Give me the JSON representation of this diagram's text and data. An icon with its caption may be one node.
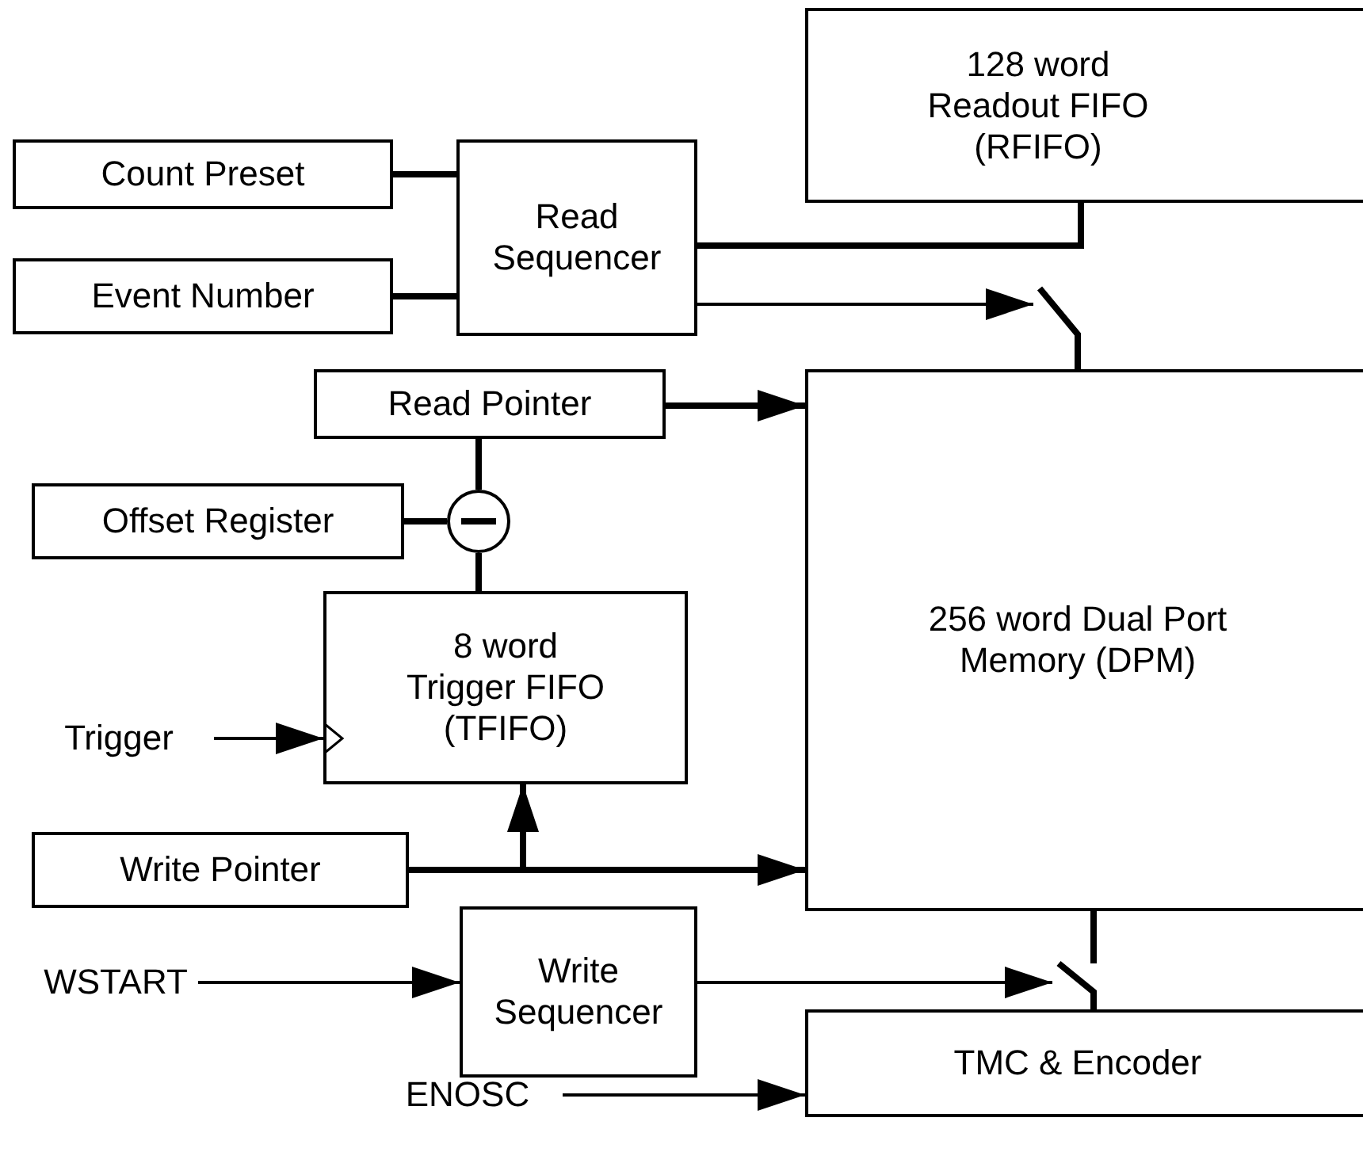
{
  "diagram": {
    "nodes": [
      {
        "text": [
          "128 word Readout FIFO (RFIFO)"
        ]
      },
      {
        "text": [
          "Count Preset"
        ]
      },
      {
        "text": [
          "Read Sequencer"
        ]
      },
      {
        "text": [
          "Event Number"
        ]
      },
      {
        "text": [
          "Read Pointer"
        ]
      },
      {
        "text": [
          "256 word Dual Port Memory (DPM)"
        ]
      },
      {
        "text": [
          "Offset Register"
        ]
      },
      {
        "text": [],
        "shape": "circle"
      },
      {
        "text": [
          "8 word Trigger FIFO (TFIFO)"
        ]
      },
      {
        "text": [
          "Trigger"
        ]
      },
      {
        "text": [
          "Write Pointer"
        ]
      },
      {
        "text": [
          "WSTART"
        ]
      },
      {
        "text": [
          "Write Sequencer"
        ]
      },
      {
        "text": [
          "TMC & Encoder"
        ]
      },
      {
        "text": [
          "ENOSC"
        ]
      },
      {
        "text": [],
        "shape": "switch"
      },
      {
        "text": [],
        "shape": "switch"
      }
    ],
    "edges": [
      {
        "from": 1,
        "to": 2,
        "arrow": "none"
      },
      {
        "from": 3,
        "to": 2,
        "arrow": "none"
      },
      {
        "from": 2,
        "to": 0,
        "arrow": "none"
      },
      {
        "from": 2,
        "to": 15,
        "arrow": "to"
      },
      {
        "from": 15,
        "to": 5,
        "arrow": "none"
      },
      {
        "from": 4,
        "to": 5,
        "arrow": "to"
      },
      {
        "from": 4,
        "to": 7,
        "arrow": "none"
      },
      {
        "from": 6,
        "to": 7,
        "arrow": "none"
      },
      {
        "from": 7,
        "to": 8,
        "arrow": "none"
      },
      {
        "from": 9,
        "to": 8,
        "arrow": "to"
      },
      {
        "from": 10,
        "to": 5,
        "arrow": "to"
      },
      {
        "from": 10,
        "to": 8,
        "arrow": "to"
      },
      {
        "from": 5,
        "to": 16,
        "arrow": "none"
      },
      {
        "from": 16,
        "to": 13,
        "arrow": "none"
      },
      {
        "from": 11,
        "to": 12,
        "arrow": "to"
      },
      {
        "from": 12,
        "to": 16,
        "arrow": "to"
      },
      {
        "from": 14,
        "to": 13,
        "arrow": "to"
      }
    ]
  }
}
